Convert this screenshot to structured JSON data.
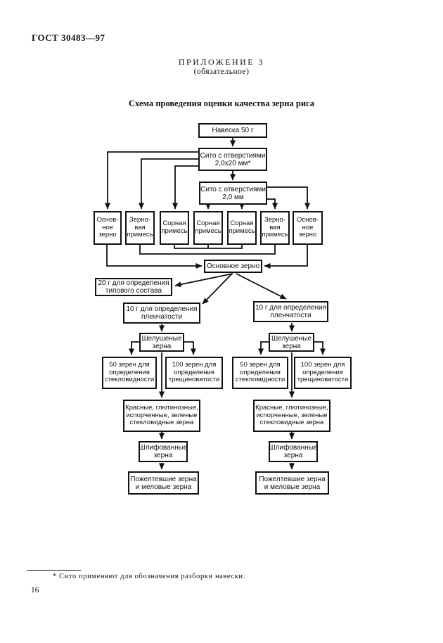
{
  "header": {
    "doc_number": "ГОСТ 30483—97",
    "appendix": "ПРИЛОЖЕНИЕ 3",
    "appendix_type": "(обязательное)"
  },
  "title": "Схема проведения оценки качества зерна риса",
  "flowchart": {
    "naveska": "Навеска 50 г",
    "sito1": "Сито с отверстиями\n2,0х20 мм*",
    "sito2": "Сито с отверстиями\n2,0 мм",
    "fraction_main": "Основ-\nное\nзерно",
    "fraction_grain_impurity": "Зерно-\nвая\nпримесь",
    "fraction_weed_impurity": "Сорная\nпримесь",
    "main_grain": "Основное зерно",
    "sample_20g": "20 г для определения\nтипового состава",
    "sample_10g": "10 г для определения\nпленчатости",
    "hulled": "Шелушеные\nзерна",
    "kernels_50": "50 зерен для\nопределения\nстекловидности",
    "kernels_100": "100 зерен для\nопределения\nтрещиноватости",
    "red_glutinous": "Красные, глютинозные,\nиспорченные, зеленые\nстекловидные зерна",
    "polished": "Шлифованные\nзерна",
    "yellowed": "Пожелтевшие зерна\nи меловые зерна"
  },
  "footer": {
    "footnote": "* Сито применяют для обозначения разборки навески.",
    "page_number": "16"
  }
}
